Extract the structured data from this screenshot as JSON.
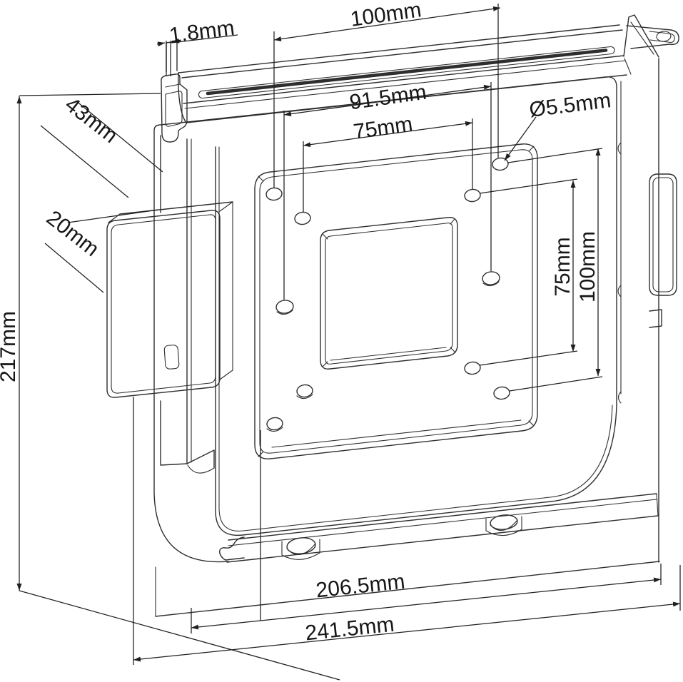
{
  "page": {
    "background": "#ffffff",
    "line_color": "#2e2e2e",
    "units": "mm"
  },
  "drawing": {
    "kind": "technical-dimension-drawing",
    "subject": "VESA mount adapter bracket, isometric line drawing with dimensions"
  },
  "dimensions": {
    "slot_thickness": {
      "label": "1.8mm"
    },
    "top_hole_width": {
      "label": "100mm"
    },
    "mid_hole_width": {
      "label": "91.5mm"
    },
    "inner_hole_width": {
      "label": "75mm"
    },
    "hole_diameter": {
      "label": "Ø5.5mm"
    },
    "top_depth": {
      "label": "43mm"
    },
    "clip_depth": {
      "label": "20mm"
    },
    "overall_height": {
      "label": "217mm"
    },
    "side_inner_height": {
      "label": "75mm"
    },
    "side_outer_height": {
      "label": "100mm"
    },
    "bottom_inner_width": {
      "label": "206.5mm"
    },
    "bottom_outer_width": {
      "label": "241.5mm"
    }
  }
}
